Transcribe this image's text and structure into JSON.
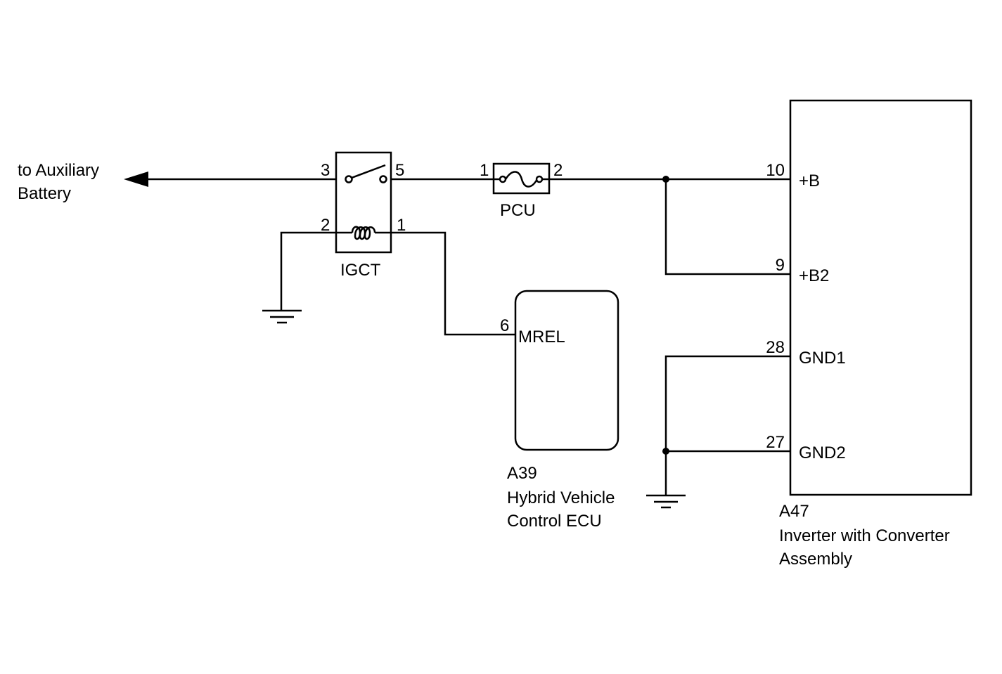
{
  "colors": {
    "ink": "#000000",
    "background": "#ffffff"
  },
  "auxiliary": {
    "line1": "to Auxiliary",
    "line2": "Battery"
  },
  "relay": {
    "name": "IGCT",
    "pins": {
      "p3": "3",
      "p5": "5",
      "p2": "2",
      "p1": "1"
    }
  },
  "fuse": {
    "name": "PCU",
    "pins": {
      "p1": "1",
      "p2": "2"
    }
  },
  "ecu": {
    "code": "A39",
    "name_line1": "Hybrid Vehicle",
    "name_line2": "Control ECU",
    "pin": "6",
    "terminal": "MREL"
  },
  "inverter": {
    "code": "A47",
    "name_line1": "Inverter with Converter",
    "name_line2": "Assembly",
    "terminals": [
      {
        "pin": "10",
        "label": "+B"
      },
      {
        "pin": "9",
        "label": "+B2"
      },
      {
        "pin": "28",
        "label": "GND1"
      },
      {
        "pin": "27",
        "label": "GND2"
      }
    ]
  }
}
